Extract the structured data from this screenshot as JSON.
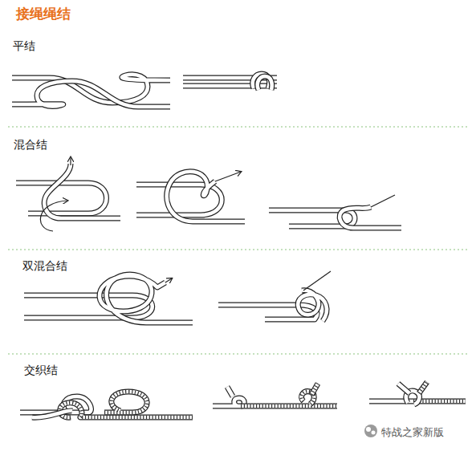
{
  "diagram": {
    "title": "接绳绳结",
    "labels": [
      "平结",
      "混合结",
      "双混合结",
      "交织结",
      "特战之家新版"
    ]
  }
}
